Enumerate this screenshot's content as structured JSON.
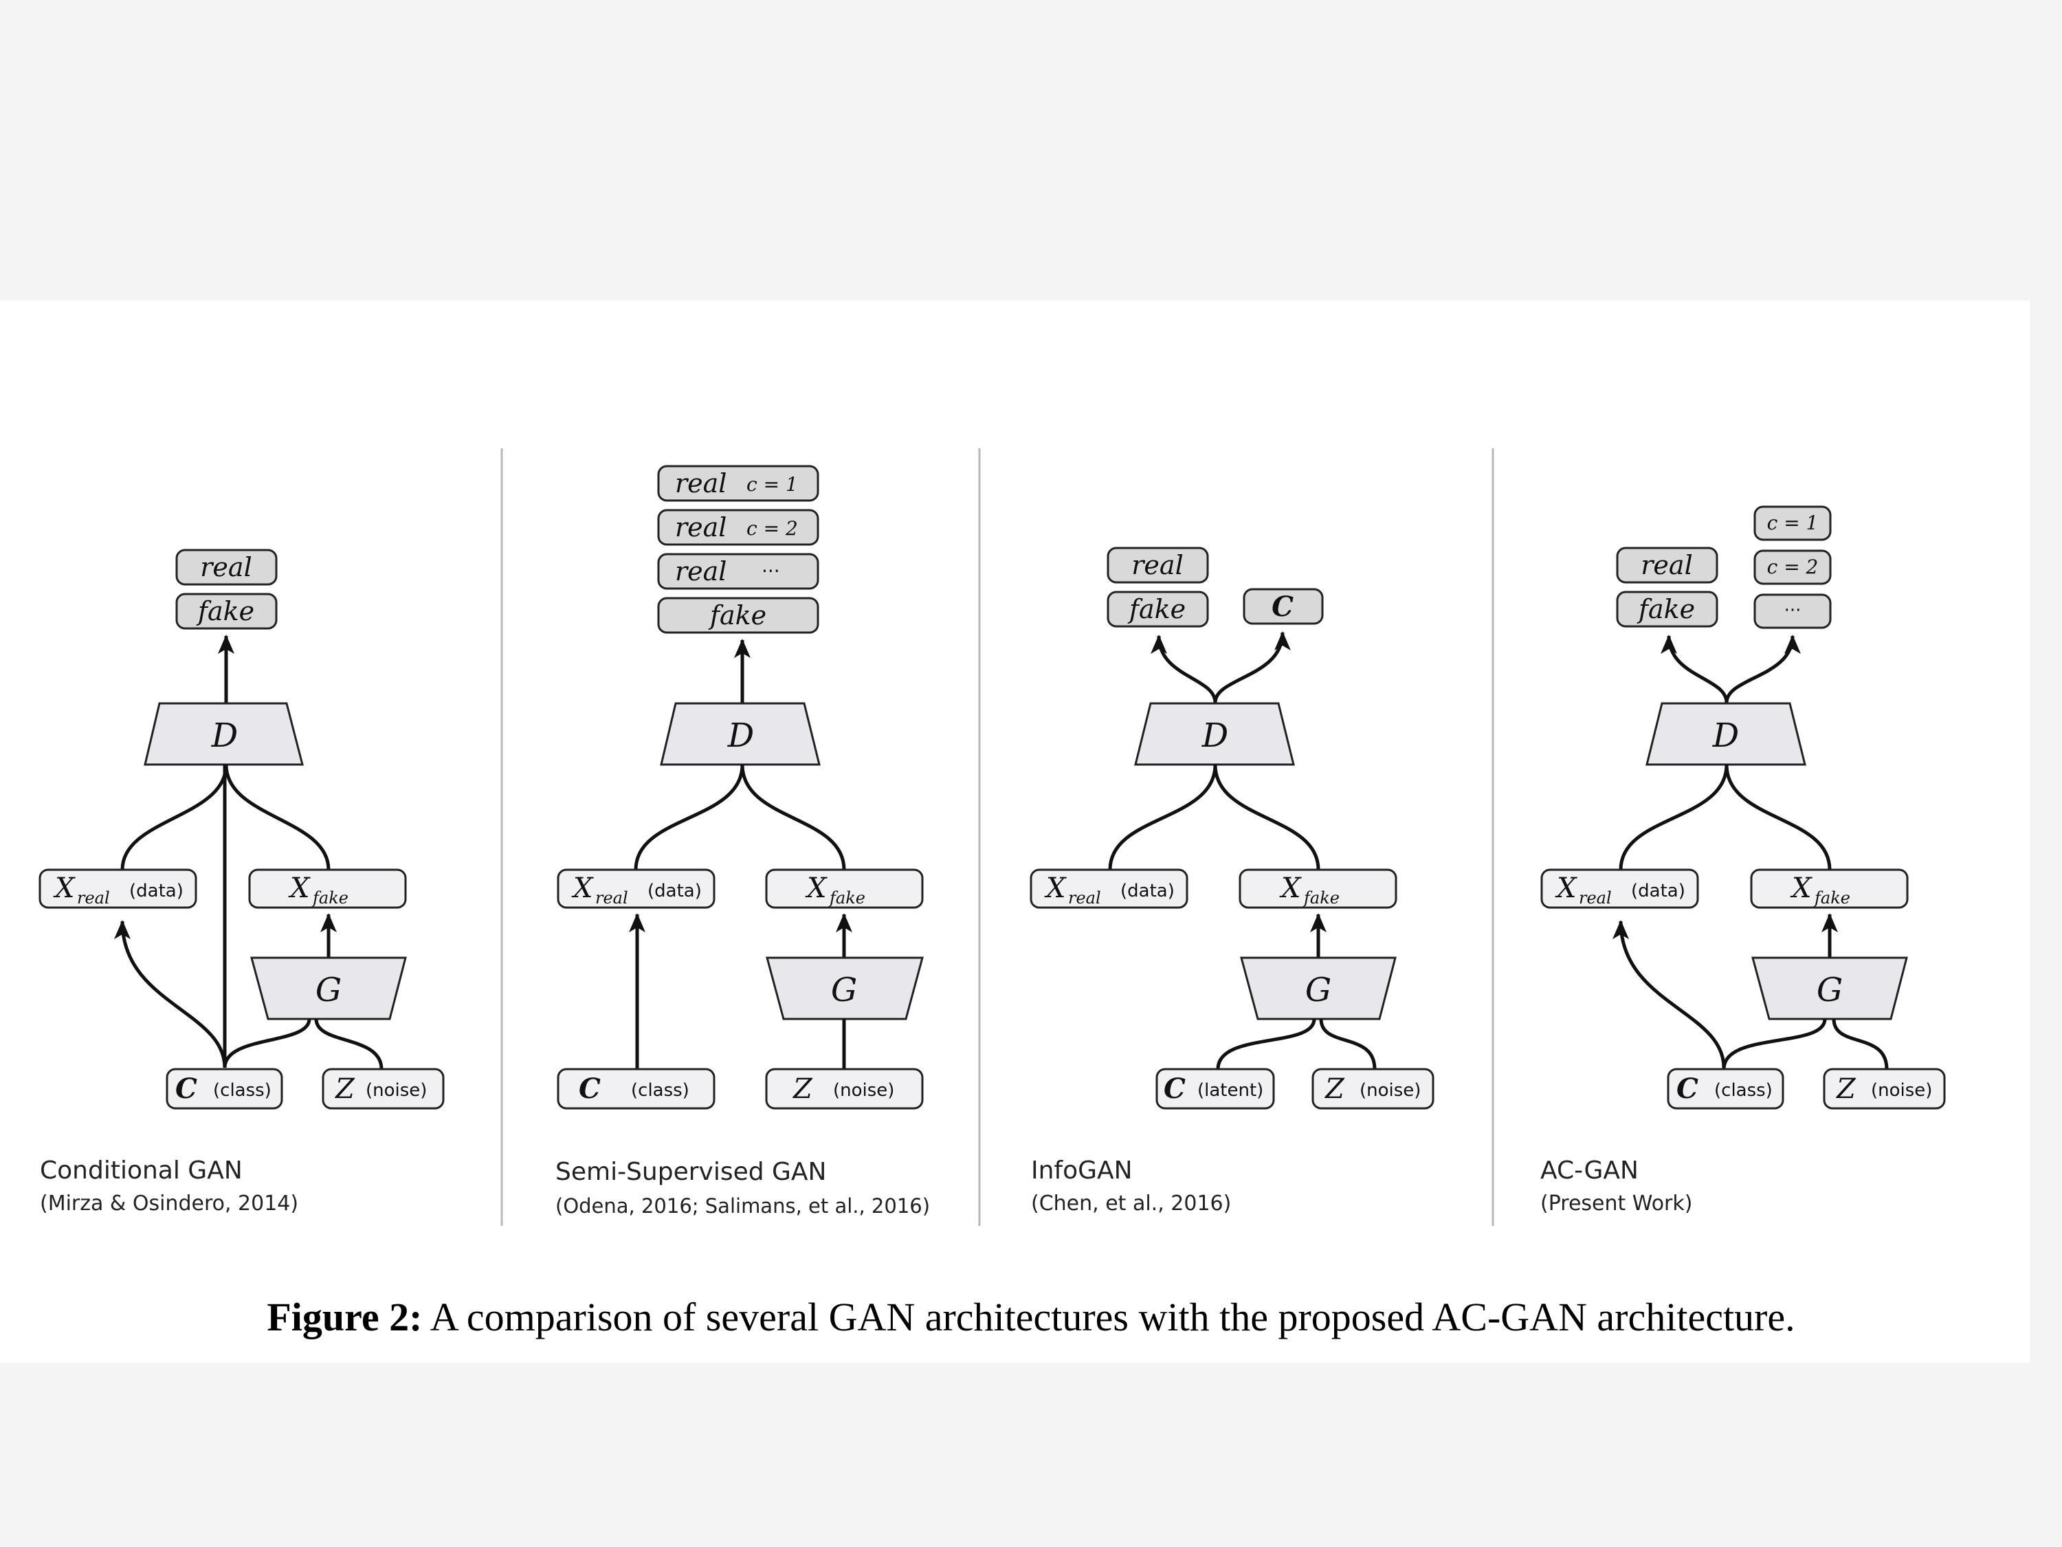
{
  "figure_caption": {
    "label": "Figure 2:",
    "text": " A comparison of several GAN architectures with the proposed AC-GAN architecture."
  },
  "common": {
    "real": "real",
    "fake": "fake",
    "D": "D",
    "G": "G",
    "X": "X",
    "real_sub": "real",
    "fake_sub": "fake",
    "data": "(data)",
    "C": "C",
    "Z": "Z",
    "class": "(class)",
    "noise": "(noise)",
    "latent": "(latent)",
    "ellipsis": "···"
  },
  "panels": [
    {
      "title": "Conditional GAN",
      "citation": "(Mirza & Osindero, 2014)"
    },
    {
      "title": "Semi-Supervised GAN",
      "citation": "(Odena, 2016;  Salimans, et al., 2016)",
      "outputs": [
        "c = 1",
        "c = 2"
      ]
    },
    {
      "title": "InfoGAN",
      "citation": "(Chen, et al., 2016)"
    },
    {
      "title": "AC-GAN",
      "citation": "(Present Work)",
      "outputs": [
        "c = 1",
        "c = 2"
      ]
    }
  ]
}
